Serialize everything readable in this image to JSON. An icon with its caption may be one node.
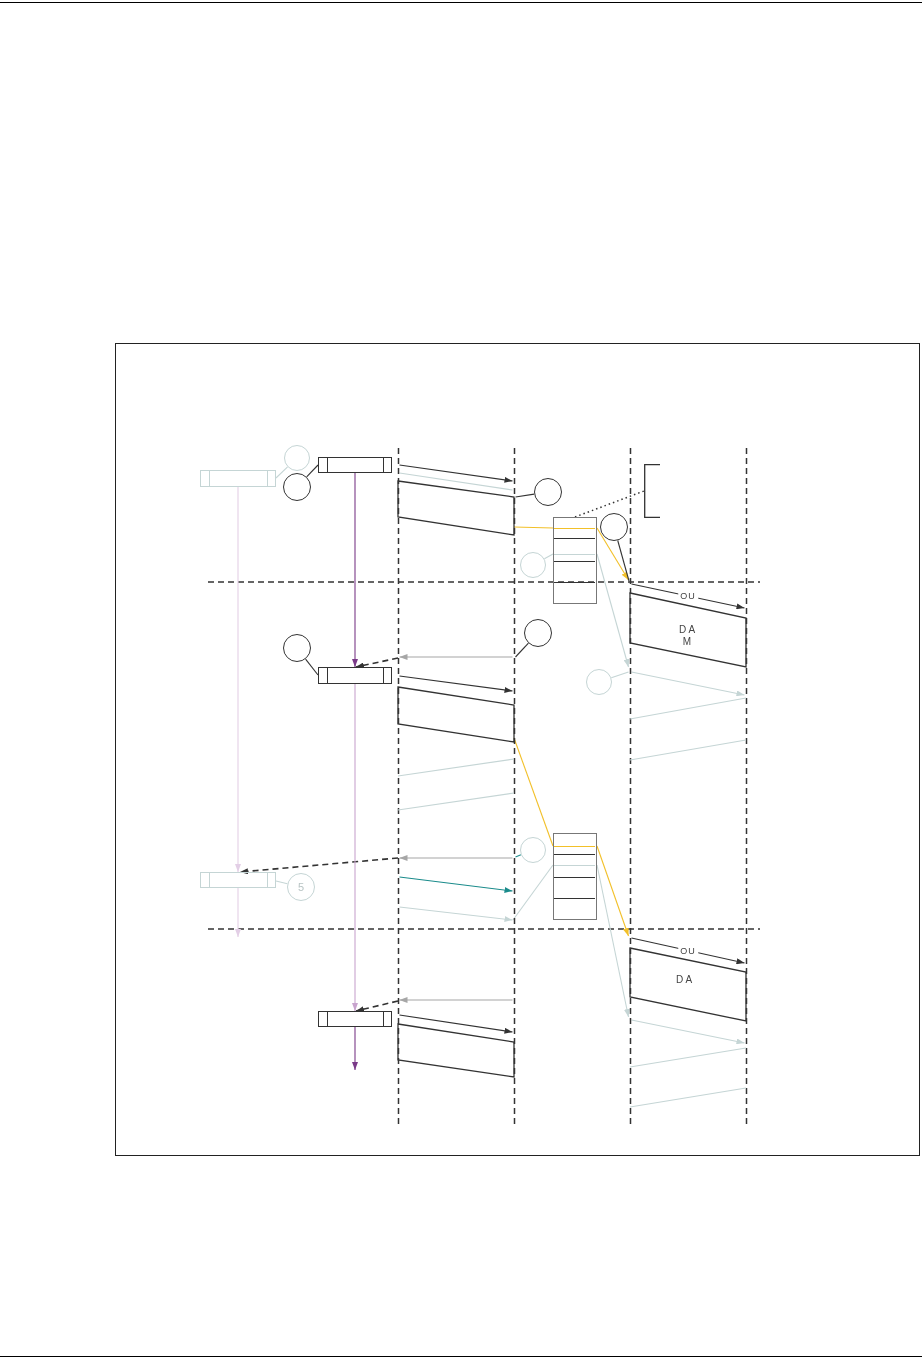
{
  "diagram": {
    "nodes": [
      {
        "text": [],
        "shape": "line"
      },
      {
        "text": [],
        "shape": "line"
      },
      {
        "text": [],
        "shape": "line"
      },
      {
        "text": [],
        "shape": "line"
      },
      {
        "text": [],
        "shape": "circle"
      },
      {
        "text": [],
        "shape": "box"
      },
      {
        "text": [],
        "shape": "box"
      },
      {
        "text": [],
        "shape": "circle"
      },
      {
        "text": [],
        "shape": "parallelogram"
      },
      {
        "text": [],
        "shape": "bracket"
      },
      {
        "text": [],
        "shape": "circle"
      },
      {
        "text": [],
        "shape": "stack"
      },
      {
        "text": [],
        "shape": "circle"
      },
      {
        "text": [],
        "shape": "circle"
      },
      {
        "text": [
          "D A M"
        ]
      },
      {
        "text": [],
        "shape": "circle"
      },
      {
        "text": [],
        "shape": "circle"
      },
      {
        "text": [],
        "shape": "box"
      },
      {
        "text": [],
        "shape": "circle"
      },
      {
        "text": [],
        "shape": "parallelogram"
      },
      {
        "text": [],
        "shape": "parallelogram"
      },
      {
        "text": [],
        "shape": "parallelogram"
      },
      {
        "text": [],
        "shape": "stack"
      },
      {
        "text": [],
        "shape": "circle"
      },
      {
        "text": [],
        "shape": "box"
      },
      {
        "text": [
          "5"
        ]
      },
      {
        "text": [
          "D A"
        ]
      },
      {
        "text": [],
        "shape": "box"
      },
      {
        "text": [],
        "shape": "parallelogram"
      },
      {
        "text": [],
        "shape": "parallelogram"
      }
    ],
    "edges": [
      {
        "from": 4,
        "to": 6,
        "arrow": "none",
        "color": "#c5d5d5"
      },
      {
        "from": 7,
        "to": 5,
        "arrow": "none"
      },
      {
        "from": 0,
        "to": 1,
        "arrow": "to"
      },
      {
        "from": 0,
        "to": 1,
        "arrow": "none",
        "color": "#c5d5d5"
      },
      {
        "from": 10,
        "to": 1,
        "arrow": "none"
      },
      {
        "from": 11,
        "to": 9,
        "arrow": "none",
        "style": "dashed"
      },
      {
        "from": 8,
        "to": 11,
        "arrow": "none",
        "color": "#f2c029"
      },
      {
        "from": 11,
        "to": 2,
        "arrow": "to",
        "color": "#f2c029"
      },
      {
        "from": 12,
        "to": 2,
        "arrow": "none"
      },
      {
        "from": 13,
        "to": 11,
        "arrow": "none",
        "color": "#c5d5d5"
      },
      {
        "from": 11,
        "to": 2,
        "arrow": "to",
        "color": "#c5d5d5"
      },
      {
        "from": 2,
        "to": 3,
        "arrow": "to",
        "label": "OU"
      },
      {
        "from": 5,
        "to": 17,
        "arrow": "to",
        "color": "#7a3a88"
      },
      {
        "from": 1,
        "to": 0,
        "arrow": "to",
        "color": "#a6a6a6"
      },
      {
        "from": 0,
        "to": 17,
        "arrow": "to",
        "style": "dashed"
      },
      {
        "from": 15,
        "to": 1,
        "arrow": "none"
      },
      {
        "from": 16,
        "to": 17,
        "arrow": "none"
      },
      {
        "from": 18,
        "to": 2,
        "arrow": "none",
        "color": "#c5d5d5"
      },
      {
        "from": 2,
        "to": 3,
        "arrow": "to",
        "color": "#c5d5d5"
      },
      {
        "from": 0,
        "to": 1,
        "arrow": "to"
      },
      {
        "from": 19,
        "to": 22,
        "arrow": "none",
        "color": "#f2c029"
      },
      {
        "from": 22,
        "to": 2,
        "arrow": "to",
        "color": "#f2c029"
      },
      {
        "from": 6,
        "to": 24,
        "arrow": "to",
        "color": "#e3cfe6"
      },
      {
        "from": 1,
        "to": 0,
        "arrow": "to",
        "color": "#a6a6a6"
      },
      {
        "from": 0,
        "to": 24,
        "arrow": "to",
        "style": "dashed"
      },
      {
        "from": 23,
        "to": 1,
        "arrow": "none",
        "color": "#1a8b8b"
      },
      {
        "from": 25,
        "to": 24,
        "arrow": "none",
        "color": "#c5d5d5"
      },
      {
        "from": 0,
        "to": 1,
        "arrow": "to",
        "color": "#1a8b8b"
      },
      {
        "from": 0,
        "to": 1,
        "arrow": "to",
        "color": "#c5d5d5"
      },
      {
        "from": 1,
        "to": 22,
        "arrow": "none",
        "color": "#c5d5d5"
      },
      {
        "from": 22,
        "to": 2,
        "arrow": "to",
        "color": "#c5d5d5"
      },
      {
        "from": 24,
        "to": null,
        "arrow": "to",
        "color": "#e3cfe6"
      },
      {
        "from": 1,
        "to": 0,
        "arrow": "to",
        "color": "#a6a6a6"
      },
      {
        "from": 0,
        "to": 27,
        "arrow": "to",
        "style": "dashed"
      },
      {
        "from": 17,
        "to": 27,
        "arrow": "to",
        "color": "#c8a4ce"
      },
      {
        "from": 27,
        "to": null,
        "arrow": "to",
        "color": "#7a3a88"
      },
      {
        "from": 0,
        "to": 1,
        "arrow": "to"
      },
      {
        "from": 2,
        "to": 3,
        "arrow": "to",
        "label": "OU"
      },
      {
        "from": 2,
        "to": 3,
        "arrow": "to",
        "color": "#c5d5d5"
      }
    ]
  }
}
